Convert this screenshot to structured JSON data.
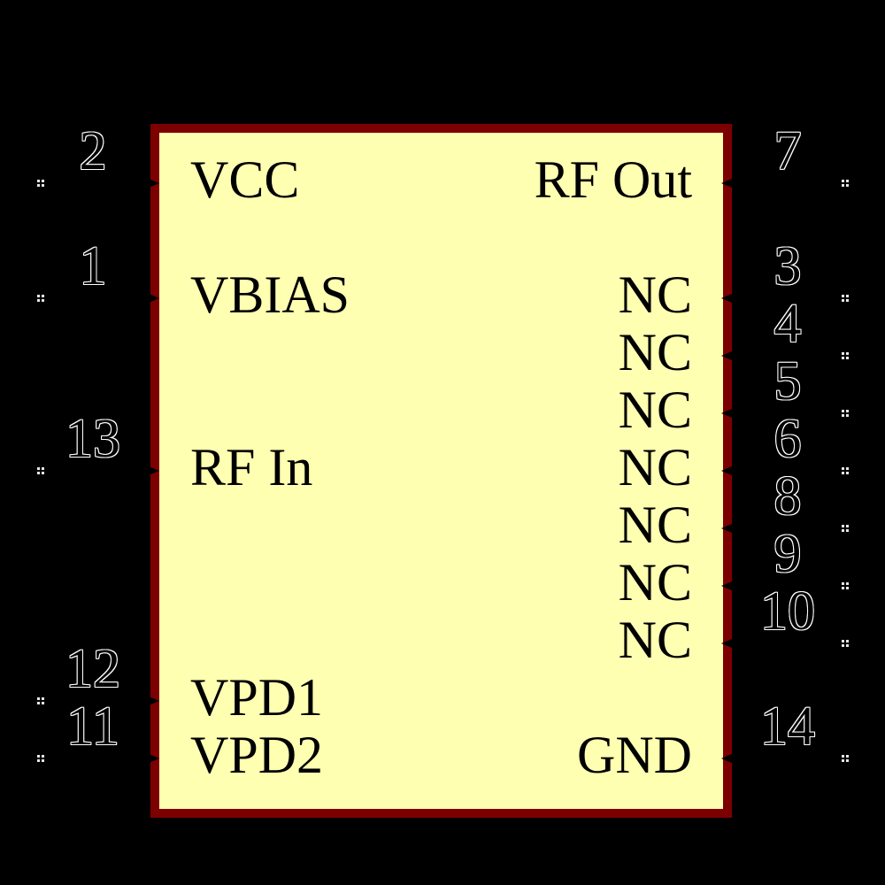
{
  "sheet": {
    "background_color": "#000000"
  },
  "symbol": {
    "body_fill": "#FFFFB2",
    "border_color": "#7D0000",
    "label_color": "#000000",
    "pin_number_fill": "#000000",
    "pin_number_outline": "#FFFFFF",
    "pin_endpoint_dots_color": "#E6E6E6",
    "pin_endpoint_icon": "unconnected-pin-dots-icon",
    "pin_body_icon": "pin-direction-arrow-icon"
  },
  "pins": [
    {
      "number": "2",
      "label": "VCC",
      "side": "left",
      "row": 0
    },
    {
      "number": "1",
      "label": "VBIAS",
      "side": "left",
      "row": 2
    },
    {
      "number": "13",
      "label": "RF In",
      "side": "left",
      "row": 5
    },
    {
      "number": "12",
      "label": "VPD1",
      "side": "left",
      "row": 9
    },
    {
      "number": "11",
      "label": "VPD2",
      "side": "left",
      "row": 10
    },
    {
      "number": "7",
      "label": "RF Out",
      "side": "right",
      "row": 0
    },
    {
      "number": "3",
      "label": "NC",
      "side": "right",
      "row": 2
    },
    {
      "number": "4",
      "label": "NC",
      "side": "right",
      "row": 3
    },
    {
      "number": "5",
      "label": "NC",
      "side": "right",
      "row": 4
    },
    {
      "number": "6",
      "label": "NC",
      "side": "right",
      "row": 5
    },
    {
      "number": "8",
      "label": "NC",
      "side": "right",
      "row": 6
    },
    {
      "number": "9",
      "label": "NC",
      "side": "right",
      "row": 7
    },
    {
      "number": "10",
      "label": "NC",
      "side": "right",
      "row": 8
    },
    {
      "number": "14",
      "label": "GND",
      "side": "right",
      "row": 10
    }
  ]
}
